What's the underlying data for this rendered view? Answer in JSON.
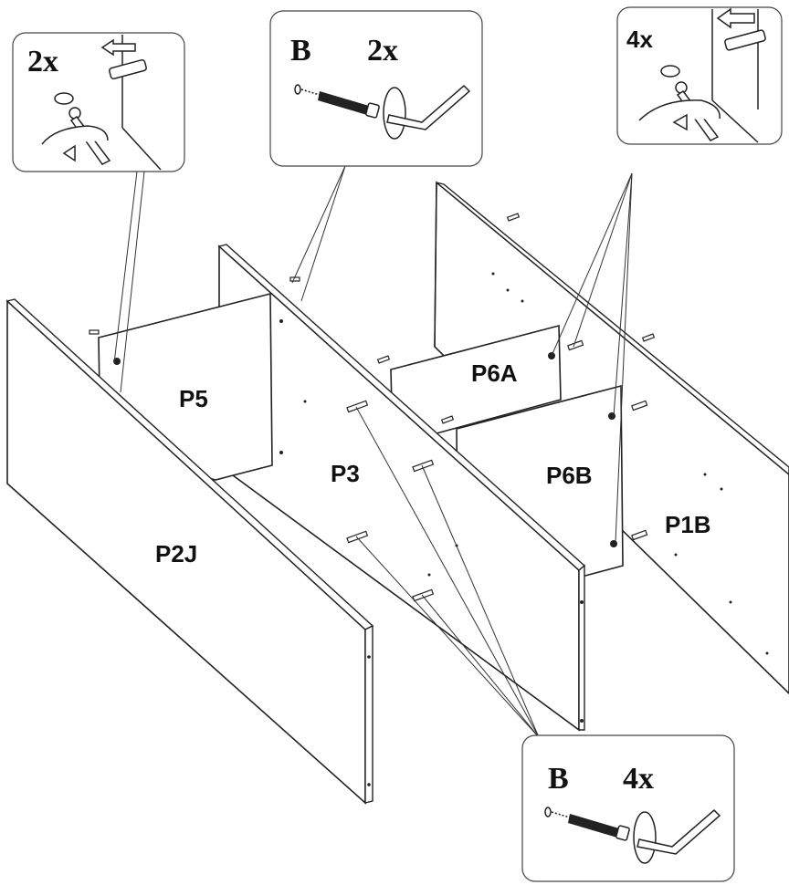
{
  "parts": {
    "p5": "P5",
    "p3": "P3",
    "p6a": "P6A",
    "p6b": "P6B",
    "p1b": "P1B",
    "p2j": "P2J"
  },
  "callouts": {
    "top_left": {
      "quantity": "2x"
    },
    "top_middle": {
      "fastener": "B",
      "quantity": "2x"
    },
    "top_right": {
      "quantity": "4x"
    },
    "bottom_right": {
      "fastener": "B",
      "quantity": "4x"
    }
  },
  "icons": [
    "cam-lock-icon",
    "dowel-icon",
    "screw-icon",
    "allen-key-icon",
    "push-arrow-icon",
    "rotate-arrow-icon"
  ]
}
